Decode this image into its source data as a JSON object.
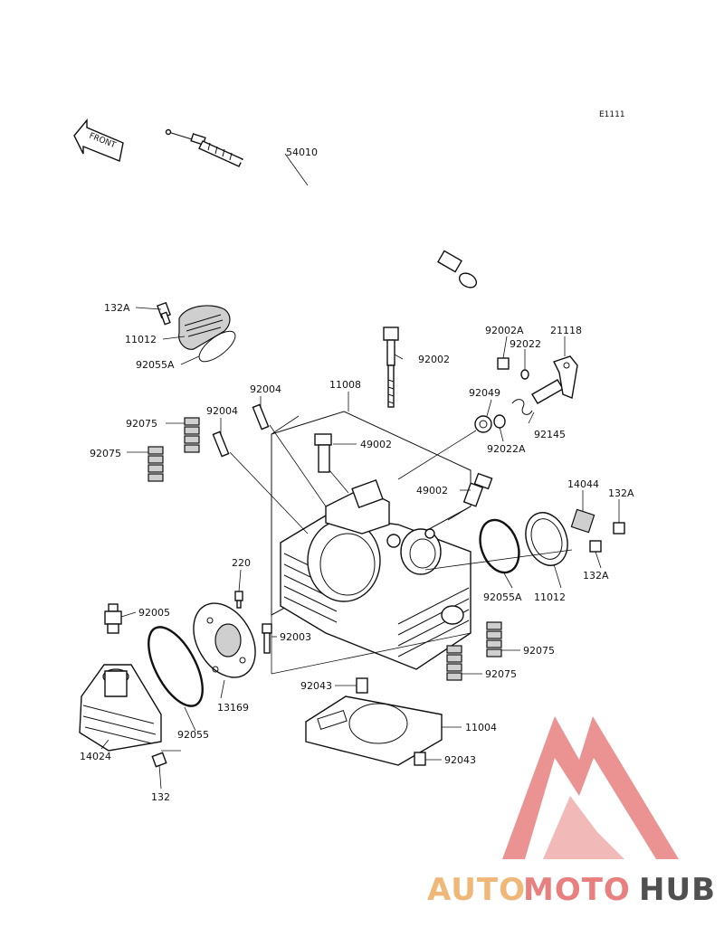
{
  "diagram_code": "E1111",
  "front_arrow_label": "FRONT",
  "parts": [
    {
      "id": "54010"
    },
    {
      "id": "132A"
    },
    {
      "id": "11012"
    },
    {
      "id": "92055A"
    },
    {
      "id": "92002A"
    },
    {
      "id": "21118"
    },
    {
      "id": "92022"
    },
    {
      "id": "92002"
    },
    {
      "id": "92004"
    },
    {
      "id": "11008"
    },
    {
      "id": "92049"
    },
    {
      "id": "92004"
    },
    {
      "id": "92075"
    },
    {
      "id": "49002"
    },
    {
      "id": "92145"
    },
    {
      "id": "92022A"
    },
    {
      "id": "92075"
    },
    {
      "id": "49002"
    },
    {
      "id": "14044"
    },
    {
      "id": "132A"
    },
    {
      "id": "132A"
    },
    {
      "id": "220"
    },
    {
      "id": "92055A"
    },
    {
      "id": "11012"
    },
    {
      "id": "92005"
    },
    {
      "id": "92003"
    },
    {
      "id": "92075"
    },
    {
      "id": "92075"
    },
    {
      "id": "13169"
    },
    {
      "id": "92043"
    },
    {
      "id": "14024"
    },
    {
      "id": "92055"
    },
    {
      "id": "11004"
    },
    {
      "id": "92043"
    },
    {
      "id": "132"
    }
  ],
  "watermark": {
    "brand_part1": "AUTO",
    "brand_part2": "MOTO",
    "brand_part3": "HUB",
    "colors": {
      "auto": "#f0b878",
      "moto": "#e88080",
      "hub": "#505050"
    }
  }
}
